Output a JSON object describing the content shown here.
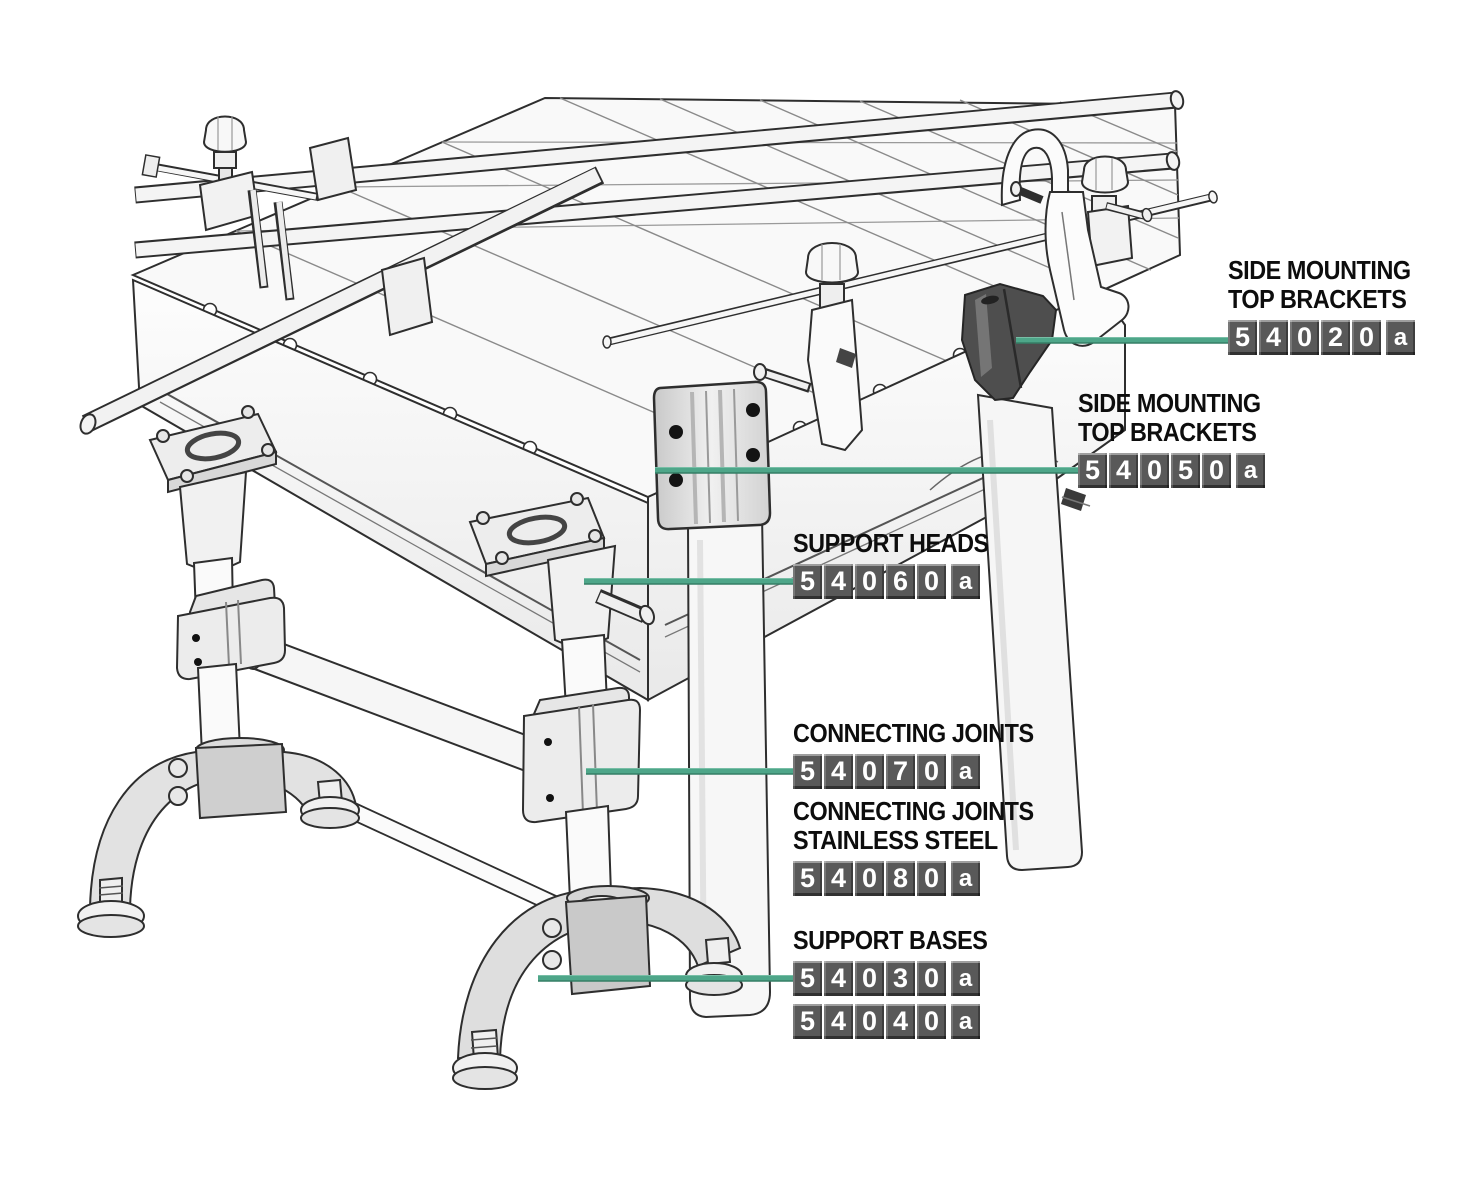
{
  "page": {
    "background": "#ffffff"
  },
  "palette": {
    "leader_line": "#4ea689",
    "leader_highlight": "#a3d6c2",
    "leader_shadow": "#357f66",
    "code_box_bg": "#595959",
    "code_box_text": "#ffffff",
    "label_text": "#0d0d0d",
    "line_art_stroke": "#2e2e2e"
  },
  "callouts": [
    {
      "title_lines": [
        "SIDE MOUNTING",
        "TOP BRACKETS"
      ],
      "codes": [
        "54020a"
      ]
    },
    {
      "title_lines": [
        "SIDE MOUNTING",
        "TOP BRACKETS"
      ],
      "codes": [
        "54050a"
      ]
    },
    {
      "title_lines": [
        "SUPPORT HEADS"
      ],
      "codes": [
        "54060a"
      ]
    },
    {
      "title_lines": [
        "CONNECTING JOINTS"
      ],
      "codes": [
        "54070a"
      ]
    },
    {
      "title_lines": [
        "CONNECTING JOINTS",
        "STAINLESS STEEL"
      ],
      "codes": [
        "54080a"
      ]
    },
    {
      "title_lines": [
        "SUPPORT BASES"
      ],
      "codes": [
        "54030a",
        "54040a"
      ]
    }
  ]
}
